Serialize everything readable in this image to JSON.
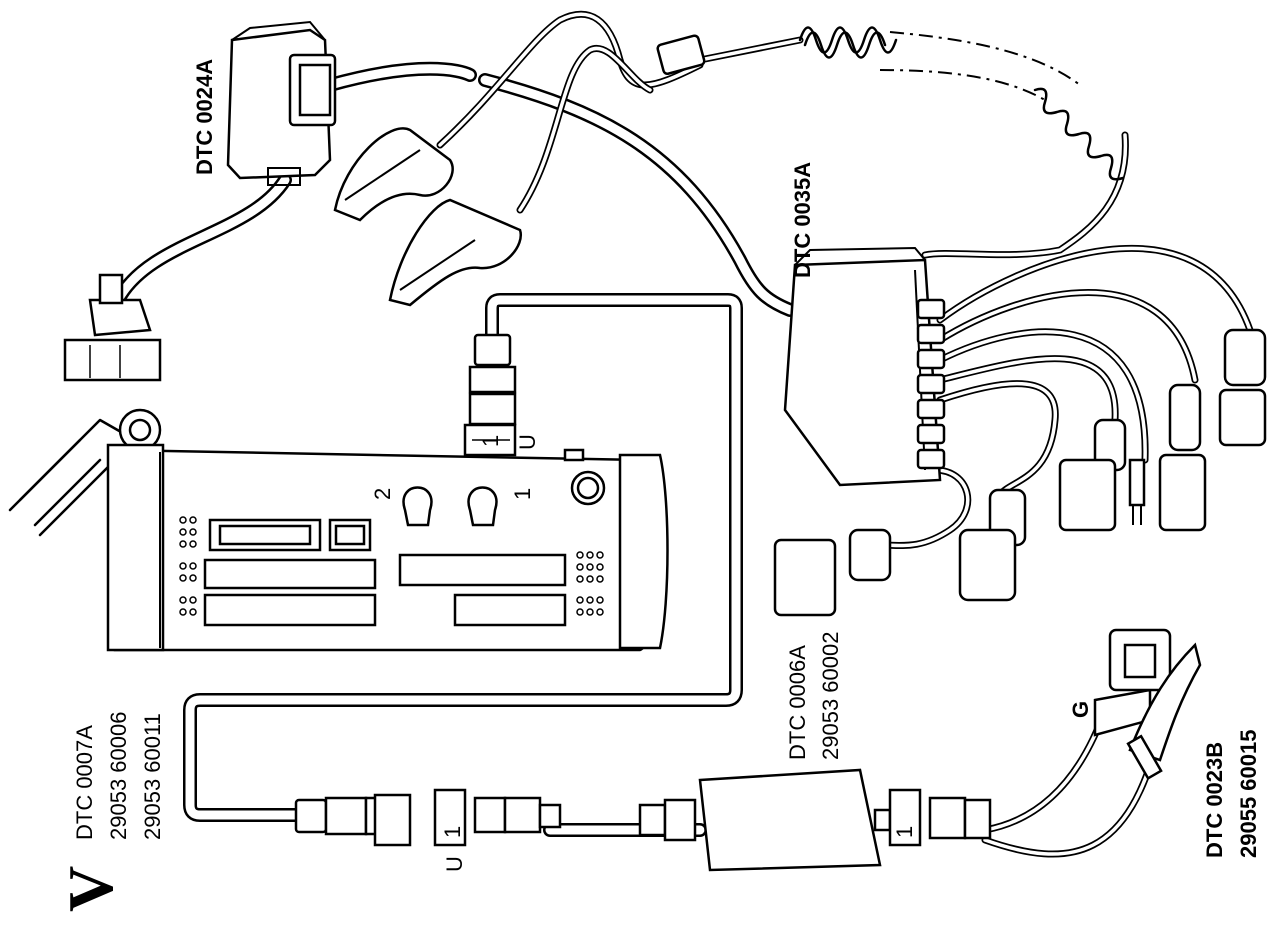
{
  "logo_text": "V",
  "labels": {
    "dtc_0024a": "DTC 0024A",
    "dtc_0035a": "DTC 0035A",
    "dtc_0007a": "DTC 0007A",
    "pn_0007a_1": "29053 60006",
    "pn_0007a_2": "29053 60011",
    "dtc_0006a": "DTC 0006A",
    "pn_0006a": "29053 60002",
    "dtc_0023b": "DTC 0023B",
    "pn_0023b": "29055 60015"
  },
  "port_labels": {
    "u_top": "U",
    "u_bottom": "U",
    "g": "G",
    "port_1": "1",
    "port_2": "2",
    "conn_1_top": "1",
    "conn_1_bottom_left": "1",
    "conn_1_bottom_right": "1"
  }
}
